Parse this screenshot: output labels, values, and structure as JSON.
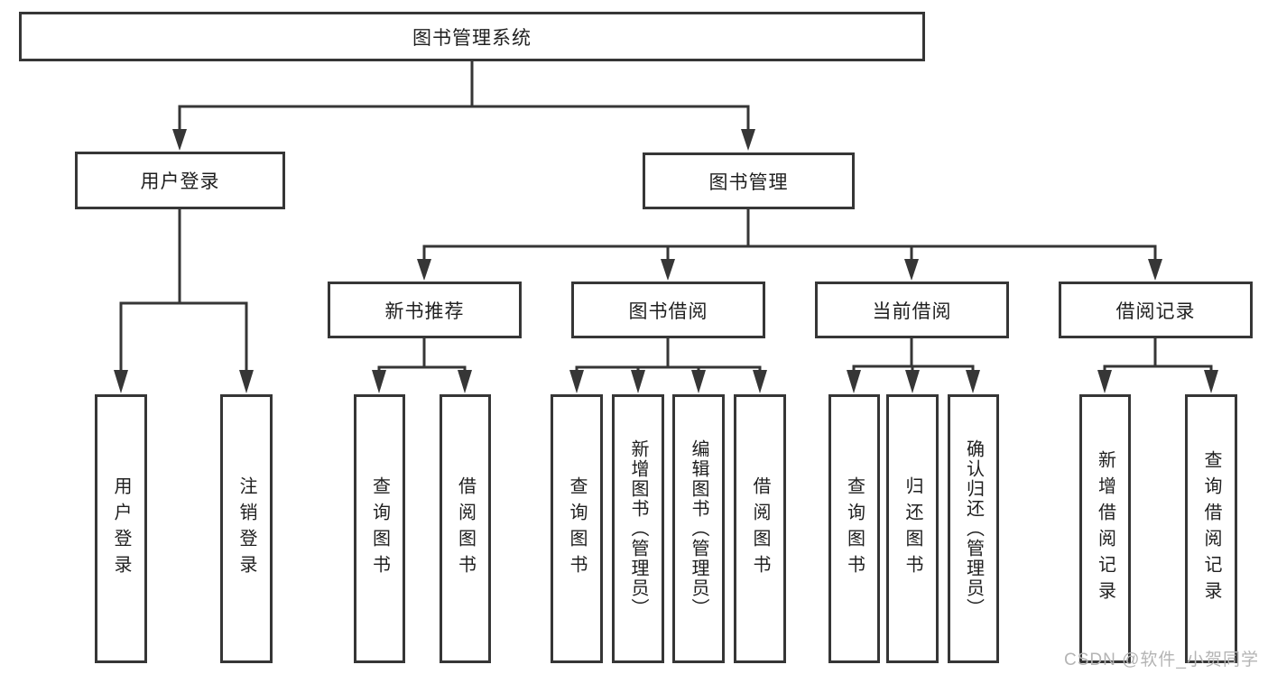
{
  "tree": {
    "root": "图书管理系统",
    "login": {
      "label": "用户登录",
      "children": [
        "用户登录",
        "注销登录"
      ]
    },
    "management": {
      "label": "图书管理",
      "groups": [
        {
          "label": "新书推荐",
          "children": [
            "查询图书",
            "借阅图书"
          ]
        },
        {
          "label": "图书借阅",
          "children": [
            "查询图书",
            "新增图书（管理员）",
            "编辑图书（管理员）",
            "借阅图书"
          ]
        },
        {
          "label": "当前借阅",
          "children": [
            "查询图书",
            "归还图书",
            "确认归还（管理员）"
          ]
        },
        {
          "label": "借阅记录",
          "children": [
            "新增借阅记录",
            "查询借阅记录"
          ]
        }
      ]
    }
  },
  "watermark": "CSDN @软件_小贺同学",
  "colors": {
    "line": "#363636",
    "box_border": "#363636",
    "text": "#1f1f1f",
    "watermark": "#b4b4b4",
    "background": "#ffffff"
  }
}
